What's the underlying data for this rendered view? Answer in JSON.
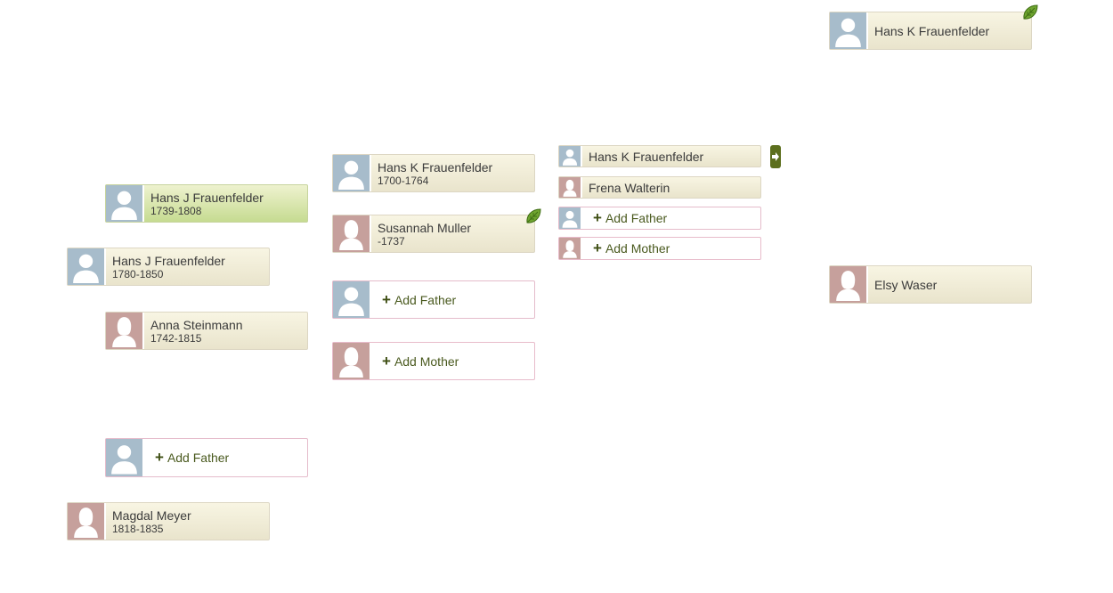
{
  "colors": {
    "male": "#a7bccb",
    "female": "#c6a09c",
    "card": "#f1edd6",
    "selected": "#cfe09e",
    "add_text": "#4a5a1f"
  },
  "gen1": {
    "focus": {
      "name": "Hans J Frauenfelder",
      "dates": "1780-1850",
      "gender": "male"
    },
    "spouse": {
      "name": "Magdal Meyer",
      "dates": "1818-1835",
      "gender": "female"
    }
  },
  "gen2": {
    "father": {
      "name": "Hans J Frauenfelder",
      "dates": "1739-1808",
      "gender": "male"
    },
    "mother": {
      "name": "Anna Steinmann",
      "dates": "1742-1815",
      "gender": "female"
    },
    "spouse_father": {
      "label": "Add Father",
      "gender": "male"
    }
  },
  "gen3": {
    "father": {
      "name": "Hans K Frauenfelder",
      "dates": "1700-1764",
      "gender": "male"
    },
    "mother": {
      "name": "Susannah Muller",
      "dates": "-1737",
      "gender": "female",
      "icon": "leaf-icon"
    },
    "mother_father": {
      "label": "Add Father",
      "gender": "male"
    },
    "mother_mother": {
      "label": "Add Mother",
      "gender": "female"
    }
  },
  "gen4": {
    "father": {
      "name": "Hans K Frauenfelder",
      "gender": "male",
      "icon": "expand-arrow-icon"
    },
    "mother": {
      "name": "Frena Walterin",
      "gender": "female"
    },
    "add_father": {
      "label": "Add Father",
      "gender": "male"
    },
    "add_mother": {
      "label": "Add Mother",
      "gender": "female"
    }
  },
  "gen5": {
    "top": {
      "name": "Hans K Frauenfelder",
      "gender": "male",
      "icon": "leaf-icon"
    },
    "middle": {
      "name": "Elsy Waser",
      "gender": "female"
    }
  }
}
